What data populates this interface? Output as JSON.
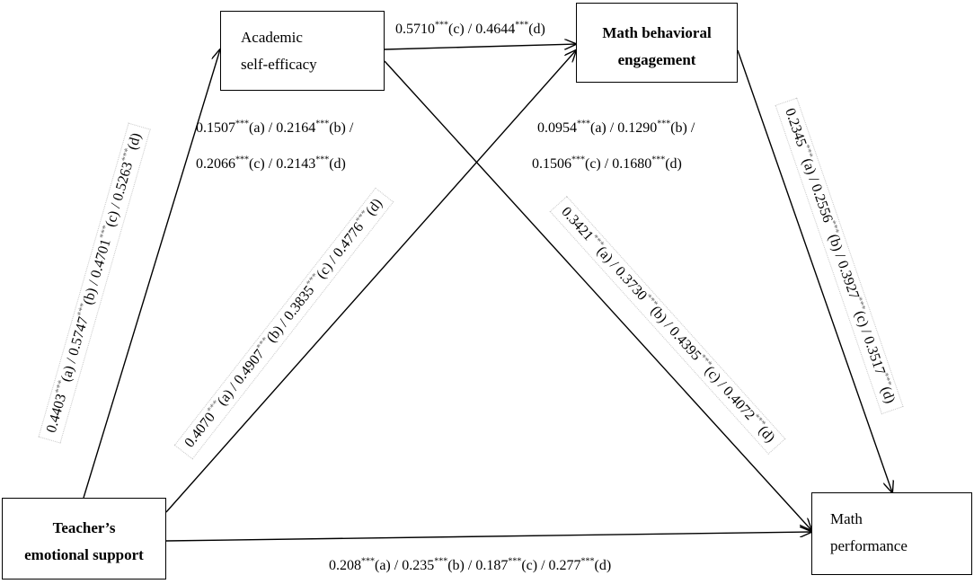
{
  "nodes": {
    "self_efficacy": {
      "line1": "Academic",
      "line2": "self-efficacy"
    },
    "engagement": {
      "line1": "Math behavioral",
      "line2": "engagement"
    },
    "support": {
      "line1": "Teacher’s",
      "line2": "emotional support"
    },
    "performance": {
      "line1": "Math",
      "line2": "performance"
    }
  },
  "edges": {
    "se_to_eng": [
      {
        "v": "0.5710",
        "s": "***",
        "g": "(c)"
      },
      {
        "v": "0.4644",
        "s": "***",
        "g": "(d)"
      }
    ],
    "ts_to_se": [
      {
        "v": "0.4403",
        "s": "***",
        "g": "(a)"
      },
      {
        "v": "0.5747",
        "s": "***",
        "g": "(b)"
      },
      {
        "v": "0.4701",
        "s": "***",
        "g": "(c)"
      },
      {
        "v": "0.5263",
        "s": "***",
        "g": "(d)"
      }
    ],
    "se_to_perf_line1": [
      {
        "v": "0.1507",
        "s": "***",
        "g": "(a)"
      },
      {
        "v": "0.2164",
        "s": "***",
        "g": "(b)"
      }
    ],
    "se_to_perf_line2": [
      {
        "v": "0.2066",
        "s": "***",
        "g": "(c)"
      },
      {
        "v": "0.2143",
        "s": "***",
        "g": "(d)"
      }
    ],
    "ts_to_eng_line1": [
      {
        "v": "0.0954",
        "s": "***",
        "g": "(a)"
      },
      {
        "v": "0.1290",
        "s": "***",
        "g": "(b)"
      }
    ],
    "ts_to_eng_line2": [
      {
        "v": "0.1506",
        "s": "***",
        "g": "(c)"
      },
      {
        "v": "0.1680",
        "s": "***",
        "g": "(d)"
      }
    ],
    "ts_to_eng_indirect": [
      {
        "v": "0.4070",
        "s": "***",
        "g": "(a)"
      },
      {
        "v": "0.4907",
        "s": "***",
        "g": "(b)"
      },
      {
        "v": "0.3835",
        "s": "***",
        "g": "(c)"
      },
      {
        "v": "0.4776",
        "s": "***",
        "g": "(d)"
      }
    ],
    "se_to_perf_indirect": [
      {
        "v": "0.3421",
        "s": "***",
        "g": "(a)"
      },
      {
        "v": "0.3730",
        "s": "***",
        "g": "(b)"
      },
      {
        "v": "0.4395",
        "s": "***",
        "g": "(c)"
      },
      {
        "v": "0.4072",
        "s": "***",
        "g": "(d)"
      }
    ],
    "eng_to_perf": [
      {
        "v": "0.2345",
        "s": "***",
        "g": "(a)"
      },
      {
        "v": "0.2556",
        "s": "***",
        "g": "(b)"
      },
      {
        "v": "0.3927",
        "s": "***",
        "g": "(c)"
      },
      {
        "v": "0.3517",
        "s": "***",
        "g": "(d)"
      }
    ],
    "ts_to_perf": [
      {
        "v": "0.208",
        "s": "***",
        "g": "(a)"
      },
      {
        "v": "0.235",
        "s": "***",
        "g": "(b)"
      },
      {
        "v": "0.187",
        "s": "***",
        "g": "(c)"
      },
      {
        "v": "0.277",
        "s": "***",
        "g": "(d)"
      }
    ]
  },
  "separator": " / "
}
